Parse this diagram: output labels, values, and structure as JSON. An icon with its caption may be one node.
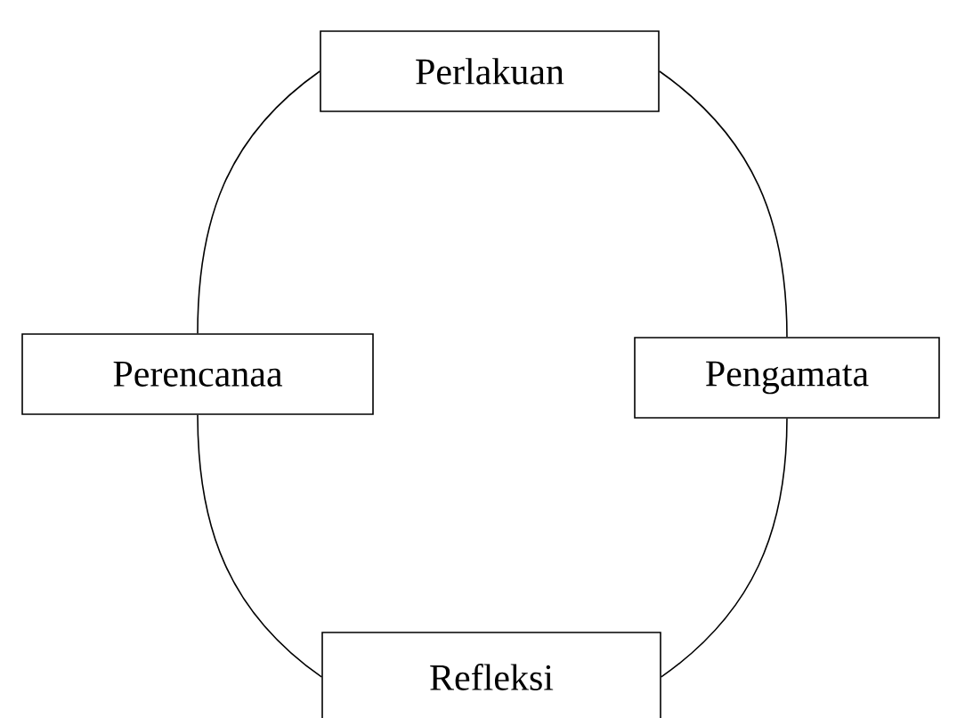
{
  "diagram": {
    "nodes": [
      {
        "text": [
          "Perlakuan"
        ]
      },
      {
        "text": [
          "Perencanaa"
        ]
      },
      {
        "text": [
          "Pengamata"
        ]
      },
      {
        "text": [
          "Refleksi"
        ]
      }
    ],
    "edges": [
      {
        "from": 0,
        "to": 2,
        "arrow": "none"
      },
      {
        "from": 2,
        "to": 3,
        "arrow": "none"
      },
      {
        "from": 3,
        "to": 1,
        "arrow": "none"
      },
      {
        "from": 1,
        "to": 0,
        "arrow": "none"
      }
    ]
  }
}
